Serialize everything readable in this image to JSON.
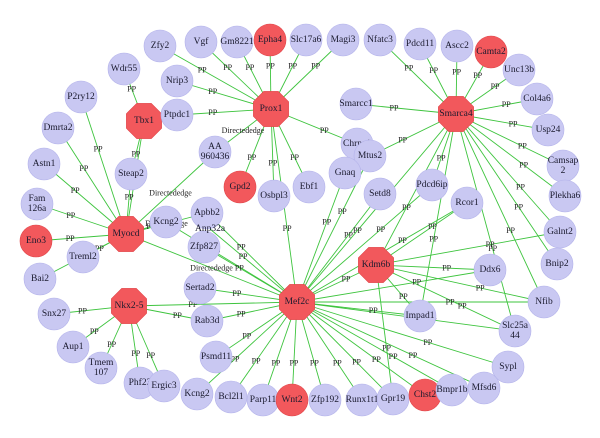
{
  "diagram": {
    "type": "gene-interaction-network",
    "colors": {
      "edge": "#3ec43e",
      "gene_node": "#c9c8f2",
      "hub_node": "#f2585c",
      "highlight_node": "#f2585c"
    },
    "nodes": [
      {
        "id": "Zfy2",
        "label": "Zfy2",
        "kind": "gene"
      },
      {
        "id": "Vgf",
        "label": "Vgf",
        "kind": "gene"
      },
      {
        "id": "Gm8221",
        "label": "Gm8221",
        "kind": "gene"
      },
      {
        "id": "Epha4",
        "label": "Epha4",
        "kind": "highlight"
      },
      {
        "id": "Slc17a6",
        "label": "Slc17a6",
        "kind": "gene"
      },
      {
        "id": "Magi3",
        "label": "Magi3",
        "kind": "gene"
      },
      {
        "id": "Nfatc3",
        "label": "Nfatc3",
        "kind": "gene"
      },
      {
        "id": "Pdcd11",
        "label": "Pdcd11",
        "kind": "gene"
      },
      {
        "id": "Ascc2",
        "label": "Ascc2",
        "kind": "gene"
      },
      {
        "id": "Camta2",
        "label": "Camta2",
        "kind": "highlight"
      },
      {
        "id": "Wdr55",
        "label": "Wdr55",
        "kind": "gene"
      },
      {
        "id": "Nrip3",
        "label": "Nrip3",
        "kind": "gene"
      },
      {
        "id": "Unc13b",
        "label": "Unc13b",
        "kind": "gene"
      },
      {
        "id": "P2ry12",
        "label": "P2ry12",
        "kind": "gene"
      },
      {
        "id": "Tbx1",
        "label": "Tbx1",
        "kind": "hub"
      },
      {
        "id": "Ptpdc1",
        "label": "Ptpdc1",
        "kind": "gene"
      },
      {
        "id": "Prox1",
        "label": "Prox1",
        "kind": "hub"
      },
      {
        "id": "Smarcc1",
        "label": "Smarcc1",
        "kind": "gene"
      },
      {
        "id": "Smarca4",
        "label": "Smarca4",
        "kind": "hub"
      },
      {
        "id": "Col4a6",
        "label": "Col4a6",
        "kind": "gene"
      },
      {
        "id": "Dmrta2",
        "label": "Dmrta2",
        "kind": "gene"
      },
      {
        "id": "Chrna1",
        "label": "Chrna1",
        "kind": "gene"
      },
      {
        "id": "Usp24",
        "label": "Usp24",
        "kind": "gene"
      },
      {
        "id": "AA960436",
        "label": "AA|960436",
        "kind": "gene"
      },
      {
        "id": "Astn1",
        "label": "Astn1",
        "kind": "gene"
      },
      {
        "id": "Steap2",
        "label": "Steap2",
        "kind": "gene"
      },
      {
        "id": "Mtus2",
        "label": "Mtus2",
        "kind": "gene"
      },
      {
        "id": "Camsap2",
        "label": "Camsap|2",
        "kind": "gene"
      },
      {
        "id": "Gpd2",
        "label": "Gpd2",
        "kind": "highlight"
      },
      {
        "id": "Ebf1",
        "label": "Ebf1",
        "kind": "gene"
      },
      {
        "id": "Gnaq",
        "label": "Gnaq",
        "kind": "gene"
      },
      {
        "id": "Fam126a",
        "label": "Fam|126a",
        "kind": "gene"
      },
      {
        "id": "Osbpl3",
        "label": "Osbpl3",
        "kind": "gene"
      },
      {
        "id": "Pdcd6ip",
        "label": "Pdcd6ip",
        "kind": "gene"
      },
      {
        "id": "Plekha6",
        "label": "Plekha6",
        "kind": "gene"
      },
      {
        "id": "Apbb2",
        "label": "Apbb2",
        "kind": "gene"
      },
      {
        "id": "Setd8",
        "label": "Setd8",
        "kind": "gene"
      },
      {
        "id": "Rcor1",
        "label": "Rcor1",
        "kind": "gene"
      },
      {
        "id": "Kcng2a",
        "label": "Kcng2",
        "kind": "gene"
      },
      {
        "id": "Galnt2",
        "label": "Galnt2",
        "kind": "gene"
      },
      {
        "id": "Eno3",
        "label": "Eno3",
        "kind": "highlight"
      },
      {
        "id": "Myocd",
        "label": "Myocd",
        "kind": "hub"
      },
      {
        "id": "Zfp827",
        "label": "Zfp827",
        "kind": "gene"
      },
      {
        "id": "Treml2",
        "label": "Treml2",
        "kind": "gene"
      },
      {
        "id": "Kdm6b",
        "label": "Kdm6b",
        "kind": "hub"
      },
      {
        "id": "Ddx6",
        "label": "Ddx6",
        "kind": "gene"
      },
      {
        "id": "Bnip2",
        "label": "Bnip2",
        "kind": "gene"
      },
      {
        "id": "Bai2",
        "label": "Bai2",
        "kind": "gene"
      },
      {
        "id": "Sertad2",
        "label": "Sertad2",
        "kind": "gene"
      },
      {
        "id": "Nfib",
        "label": "Nfib",
        "kind": "gene"
      },
      {
        "id": "Snx27",
        "label": "Snx27",
        "kind": "gene"
      },
      {
        "id": "Nkx25",
        "label": "Nkx2-5",
        "kind": "hub"
      },
      {
        "id": "Rab3d",
        "label": "Rab3d",
        "kind": "gene"
      },
      {
        "id": "Mef2c",
        "label": "Mef2c",
        "kind": "hub"
      },
      {
        "id": "Impad1",
        "label": "Impad1",
        "kind": "gene"
      },
      {
        "id": "Slc25a44",
        "label": "Slc25a|44",
        "kind": "gene"
      },
      {
        "id": "Aup1",
        "label": "Aup1",
        "kind": "gene"
      },
      {
        "id": "Psmd11",
        "label": "Psmd11",
        "kind": "gene"
      },
      {
        "id": "Tmem107",
        "label": "Tmem|107",
        "kind": "gene"
      },
      {
        "id": "Sypl",
        "label": "Sypl",
        "kind": "gene"
      },
      {
        "id": "Phf23",
        "label": "Phf23",
        "kind": "gene"
      },
      {
        "id": "Mfsd6",
        "label": "Mfsd6",
        "kind": "gene"
      },
      {
        "id": "Ergic3",
        "label": "Ergic3",
        "kind": "gene"
      },
      {
        "id": "Kcng2b",
        "label": "Kcng2",
        "kind": "gene"
      },
      {
        "id": "Bcl2l1",
        "label": "Bcl2l1",
        "kind": "gene"
      },
      {
        "id": "Parp11",
        "label": "Parp11",
        "kind": "gene"
      },
      {
        "id": "Wnt2",
        "label": "Wnt2",
        "kind": "highlight"
      },
      {
        "id": "Zfp192",
        "label": "Zfp192",
        "kind": "gene"
      },
      {
        "id": "Runx1t1",
        "label": "Runx1t1",
        "kind": "gene"
      },
      {
        "id": "Gpr19",
        "label": "Gpr19",
        "kind": "gene"
      },
      {
        "id": "Chst2",
        "label": "Chst2",
        "kind": "highlight"
      },
      {
        "id": "Bmpr1b",
        "label": "Bmpr1b",
        "kind": "gene"
      }
    ],
    "edges": [
      {
        "source": "Prox1",
        "target": "Zfy2",
        "label": "PP"
      },
      {
        "source": "Prox1",
        "target": "Vgf",
        "label": "PP"
      },
      {
        "source": "Prox1",
        "target": "Gm8221",
        "label": "PP"
      },
      {
        "source": "Prox1",
        "target": "Epha4",
        "label": "PP"
      },
      {
        "source": "Prox1",
        "target": "Slc17a6",
        "label": "PP"
      },
      {
        "source": "Prox1",
        "target": "Magi3",
        "label": "PP"
      },
      {
        "source": "Prox1",
        "target": "Nrip3",
        "label": "PP"
      },
      {
        "source": "Prox1",
        "target": "Ptpdc1",
        "label": "PP"
      },
      {
        "source": "Prox1",
        "target": "Chrna1",
        "label": "PP"
      },
      {
        "source": "Prox1",
        "target": "Ebf1",
        "label": "PP"
      },
      {
        "source": "Prox1",
        "target": "Osbpl3",
        "label": "PP"
      },
      {
        "source": "Prox1",
        "target": "Gpd2",
        "label": "PP"
      },
      {
        "source": "Prox1",
        "target": "AA960436",
        "label": "Directededge"
      },
      {
        "source": "Prox1",
        "target": "Mef2c",
        "label": "PP"
      },
      {
        "source": "Smarca4",
        "target": "Pdcd11",
        "label": "PP"
      },
      {
        "source": "Smarca4",
        "target": "Ascc2",
        "label": "PP"
      },
      {
        "source": "Smarca4",
        "target": "Camta2",
        "label": "PP"
      },
      {
        "source": "Smarca4",
        "target": "Unc13b",
        "label": "PP"
      },
      {
        "source": "Smarca4",
        "target": "Col4a6",
        "label": "PP"
      },
      {
        "source": "Smarca4",
        "target": "Usp24",
        "label": "PP"
      },
      {
        "source": "Smarca4",
        "target": "Camsap2",
        "label": "PP"
      },
      {
        "source": "Smarca4",
        "target": "Smarcc1",
        "label": "PP"
      },
      {
        "source": "Smarca4",
        "target": "Nfatc3",
        "label": "PP"
      },
      {
        "source": "Smarca4",
        "target": "Mtus2",
        "label": "PP"
      },
      {
        "source": "Smarca4",
        "target": "Pdcd6ip",
        "label": "PP"
      },
      {
        "source": "Smarca4",
        "target": "Plekha6",
        "label": "PP"
      },
      {
        "source": "Smarca4",
        "target": "Galnt2",
        "label": "PP"
      },
      {
        "source": "Smarca4",
        "target": "Bnip2",
        "label": "PP"
      },
      {
        "source": "Smarca4",
        "target": "Nfib",
        "label": "PP"
      },
      {
        "source": "Smarca4",
        "target": "Slc25a44",
        "label": "PP"
      },
      {
        "source": "Smarca4",
        "target": "Impad1",
        "label": "PP"
      },
      {
        "source": "Smarca4",
        "target": "Kdm6b",
        "label": "PP"
      },
      {
        "source": "Smarca4",
        "target": "Mef2c",
        "label": "PP"
      },
      {
        "source": "Tbx1",
        "target": "Wdr55",
        "label": "PP"
      },
      {
        "source": "Tbx1",
        "target": "Steap2",
        "label": "PP"
      },
      {
        "source": "Myocd",
        "target": "P2ry12",
        "label": "PP"
      },
      {
        "source": "Myocd",
        "target": "Dmrta2",
        "label": "PP"
      },
      {
        "source": "Myocd",
        "target": "Astn1",
        "label": "PP"
      },
      {
        "source": "Myocd",
        "target": "Fam126a",
        "label": "PP"
      },
      {
        "source": "Myocd",
        "target": "Eno3",
        "label": "PP"
      },
      {
        "source": "Myocd",
        "target": "Treml2",
        "label": "PP"
      },
      {
        "source": "Myocd",
        "target": "Bai2",
        "label": "PI"
      },
      {
        "source": "Myocd",
        "target": "Tbx1",
        "label": "PP"
      },
      {
        "source": "Myocd",
        "target": "Steap2",
        "label": "PP"
      },
      {
        "source": "Myocd",
        "target": "AA960436",
        "label": "Directededge"
      },
      {
        "source": "Myocd",
        "target": "Apbb2",
        "label": "Directededge"
      },
      {
        "source": "Myocd",
        "target": "Kcng2a",
        "label": "PP"
      },
      {
        "source": "Myocd",
        "target": "Mef2c",
        "label": "Directededge"
      },
      {
        "source": "Nkx25",
        "target": "Snx27",
        "label": "PP"
      },
      {
        "source": "Nkx25",
        "target": "Aup1",
        "label": "PP"
      },
      {
        "source": "Nkx25",
        "target": "Tmem107",
        "label": "PP"
      },
      {
        "source": "Nkx25",
        "target": "Phf23",
        "label": "PP"
      },
      {
        "source": "Nkx25",
        "target": "Ergic3",
        "label": "PP"
      },
      {
        "source": "Nkx25",
        "target": "Rab3d",
        "label": "PP"
      },
      {
        "source": "Mef2c",
        "target": "Anp32a",
        "label": "PP"
      },
      {
        "source": "Mef2c",
        "target": "Apbb2",
        "label": "PP"
      },
      {
        "source": "Mef2c",
        "target": "Zfp827",
        "label": "PP"
      },
      {
        "source": "Mef2c",
        "target": "Kcng2a",
        "label": "PP"
      },
      {
        "source": "Mef2c",
        "target": "Sertad2",
        "label": "PP"
      },
      {
        "source": "Mef2c",
        "target": "Rab3d",
        "label": "PP"
      },
      {
        "source": "Mef2c",
        "target": "Psmd11",
        "label": "PP"
      },
      {
        "source": "Mef2c",
        "target": "Kcng2b",
        "label": "PP"
      },
      {
        "source": "Mef2c",
        "target": "Bcl2l1",
        "label": "PP"
      },
      {
        "source": "Mef2c",
        "target": "Parp11",
        "label": "PP"
      },
      {
        "source": "Mef2c",
        "target": "Wnt2",
        "label": "PP"
      },
      {
        "source": "Mef2c",
        "target": "Zfp192",
        "label": "PP"
      },
      {
        "source": "Mef2c",
        "target": "Runx1t1",
        "label": "PP"
      },
      {
        "source": "Mef2c",
        "target": "Gpr19",
        "label": "PP"
      },
      {
        "source": "Mef2c",
        "target": "Chst2",
        "label": "PP"
      },
      {
        "source": "Mef2c",
        "target": "Bmpr1b",
        "label": "PP"
      },
      {
        "source": "Mef2c",
        "target": "Mfsd6",
        "label": "PP"
      },
      {
        "source": "Mef2c",
        "target": "Sypl",
        "label": "PP"
      },
      {
        "source": "Mef2c",
        "target": "Impad1",
        "label": "PP"
      },
      {
        "source": "Mef2c",
        "target": "Slc25a44",
        "label": "PP"
      },
      {
        "source": "Mef2c",
        "target": "Nfib",
        "label": "PP"
      },
      {
        "source": "Mef2c",
        "target": "Ddx6",
        "label": "PP"
      },
      {
        "source": "Mef2c",
        "target": "Kdm6b",
        "label": "PP"
      },
      {
        "source": "Mef2c",
        "target": "Setd8",
        "label": "PP"
      },
      {
        "source": "Mef2c",
        "target": "Gnaq",
        "label": "PP"
      },
      {
        "source": "Mef2c",
        "target": "Mtus2",
        "label": "PP"
      },
      {
        "source": "Mef2c",
        "target": "Rcor1",
        "label": "PP"
      },
      {
        "source": "Mef2c",
        "target": "Pdcd6ip",
        "label": "PP"
      },
      {
        "source": "Mef2c",
        "target": "Nkx25",
        "label": "PP"
      },
      {
        "source": "Kdm6b",
        "target": "Rcor1",
        "label": "PP"
      },
      {
        "source": "Kdm6b",
        "target": "Galnt2",
        "label": "PP"
      },
      {
        "source": "Kdm6b",
        "target": "Ddx6",
        "label": "PP"
      },
      {
        "source": "Kdm6b",
        "target": "Impad1",
        "label": "PP"
      },
      {
        "source": "Kdm6b",
        "target": "Slc25a44",
        "label": "PP"
      },
      {
        "source": "Kdm6b",
        "target": "Nfib",
        "label": "PP"
      },
      {
        "source": "Kdm6b",
        "target": "Gpr19",
        "label": "PP"
      }
    ]
  }
}
